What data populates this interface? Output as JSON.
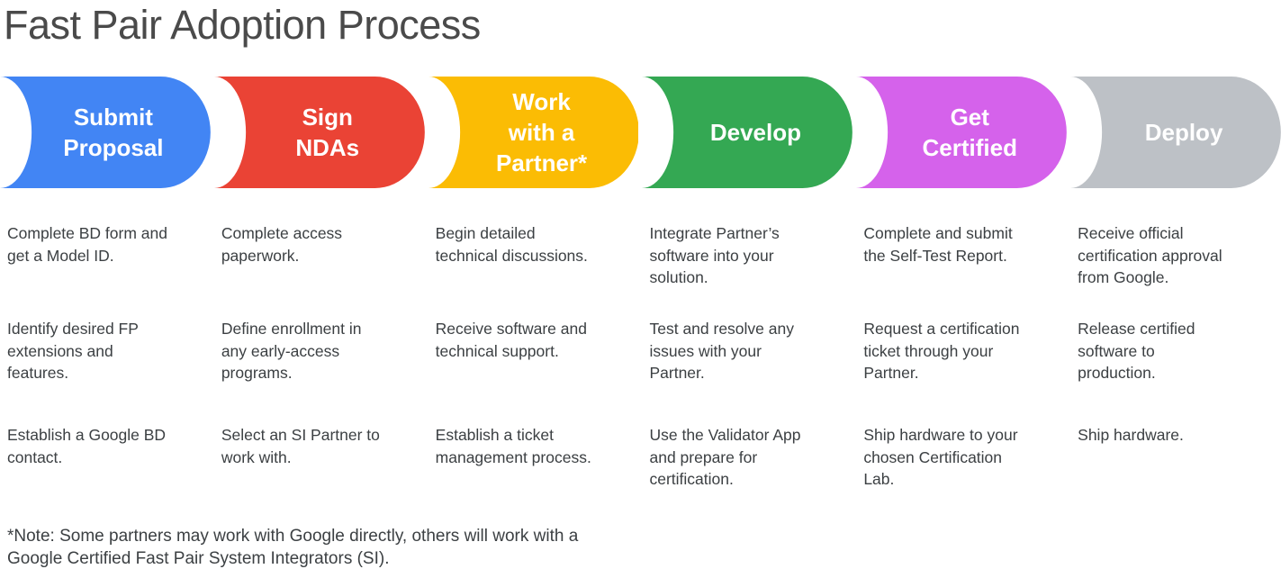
{
  "title": "Fast Pair Adoption Process",
  "footnote": "*Note: Some partners may work with Google directly, others will work with a\nGoogle Certified Fast Pair System Integrators (SI).",
  "colors": {
    "title_text": "#4a4a4a",
    "body_text": "#3c4043",
    "label_text": "#ffffff"
  },
  "stages": [
    {
      "label": "Submit\nProposal",
      "color": "#4285F4",
      "items": [
        "Complete BD form and\nget a Model ID.",
        "Identify desired FP\nextensions and\nfeatures.",
        "Establish a Google BD\ncontact."
      ]
    },
    {
      "label": "Sign\nNDAs",
      "color": "#EA4335",
      "items": [
        "Complete access\npaperwork.",
        "Define enrollment in\nany early-access\nprograms.",
        "Select an SI Partner to\nwork with."
      ]
    },
    {
      "label": "Work\nwith a\nPartner*",
      "color": "#FBBC04",
      "items": [
        "Begin detailed\ntechnical discussions.",
        "Receive software and\ntechnical support.",
        "Establish a ticket\nmanagement process."
      ]
    },
    {
      "label": "Develop",
      "color": "#34A853",
      "items": [
        "Integrate Partner’s\nsoftware into your\nsolution.",
        "Test and resolve any\nissues with your\nPartner.",
        "Use the Validator App\nand prepare for\ncertification."
      ]
    },
    {
      "label": "Get\nCertified",
      "color": "#D562EB",
      "items": [
        "Complete and submit\nthe Self-Test Report.",
        "Request a certification\nticket through your\nPartner.",
        "Ship hardware to your\nchosen Certification\nLab."
      ]
    },
    {
      "label": "Deploy",
      "color": "#BDC1C6",
      "items": [
        "Receive official\ncertification approval\nfrom Google.",
        "Release certified\nsoftware to\nproduction.",
        "Ship hardware."
      ]
    }
  ]
}
